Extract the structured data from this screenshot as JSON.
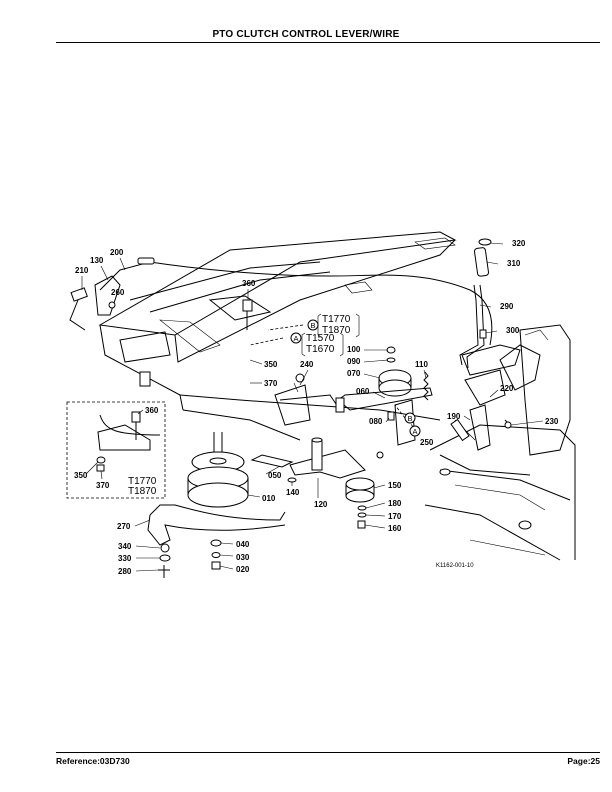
{
  "header": {
    "title": "PTO CLUTCH CONTROL LEVER/WIRE"
  },
  "footer": {
    "reference": "Reference:03D730",
    "page": "Page:25"
  },
  "diagram": {
    "part_labels": [
      "010",
      "020",
      "030",
      "040",
      "050",
      "060",
      "070",
      "080",
      "090",
      "100",
      "110",
      "120",
      "130",
      "140",
      "150",
      "160",
      "170",
      "180",
      "190",
      "200",
      "210",
      "220",
      "230",
      "240",
      "250",
      "260",
      "270",
      "280",
      "290",
      "300",
      "310",
      "320",
      "330",
      "340",
      "350",
      "360",
      "370"
    ],
    "inset_labels": [
      "360",
      "350",
      "370"
    ],
    "model_groups": [
      {
        "line1": "T1770",
        "line2": "T1870"
      },
      {
        "line1": "T1570",
        "line2": "T1670"
      }
    ],
    "inset_models": {
      "line1": "T1770",
      "line2": "T1870"
    },
    "connector_markers": [
      "A",
      "B"
    ],
    "drawing_ref": "K1162-001-10"
  }
}
